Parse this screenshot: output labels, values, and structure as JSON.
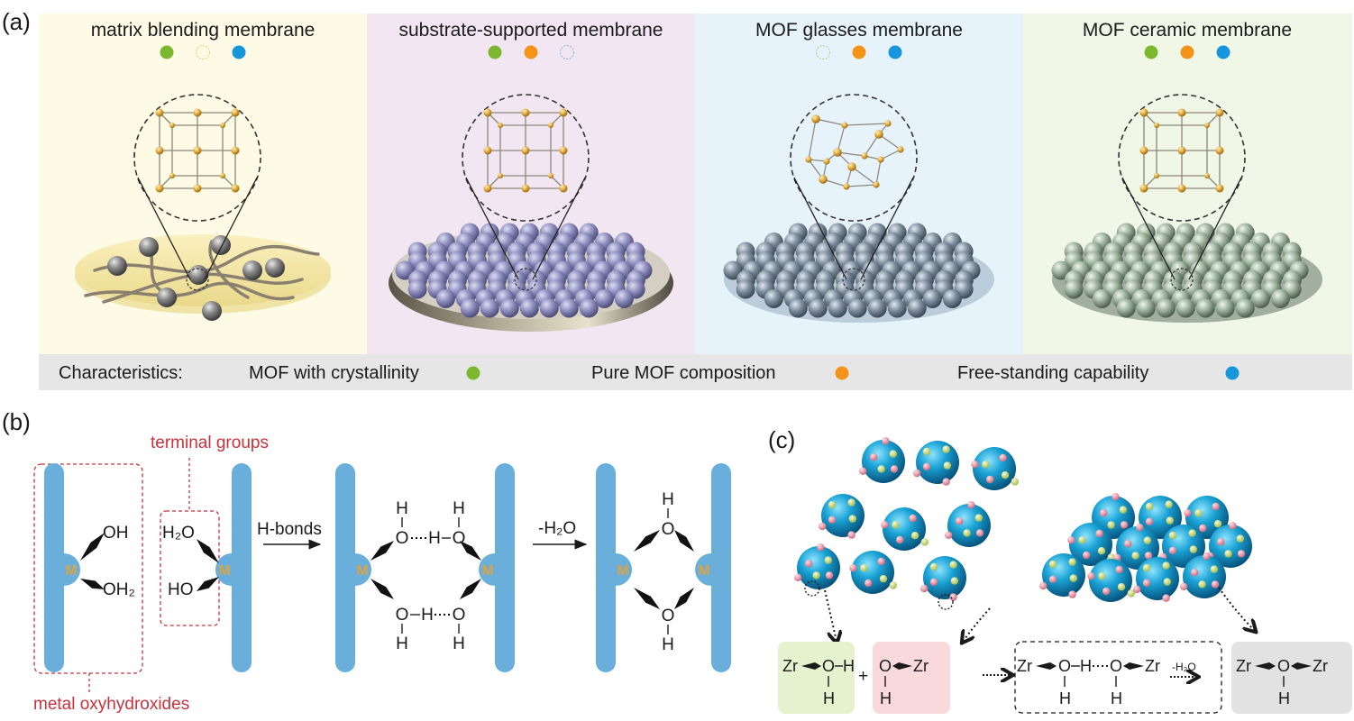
{
  "panel_labels": {
    "a": "(a)",
    "b": "(b)",
    "c": "(c)"
  },
  "panel_a": {
    "membranes": [
      {
        "title": "matrix blending membrane",
        "bg": "#fdfbe6",
        "indicators": {
          "crystallinity": true,
          "pure_mof": false,
          "free_standing": true
        },
        "framework": "ordered",
        "style": "polymer-matrix"
      },
      {
        "title": "substrate-supported membrane",
        "bg": "#f3e6f3",
        "indicators": {
          "crystallinity": true,
          "pure_mof": true,
          "free_standing": false
        },
        "framework": "ordered",
        "style": "supported"
      },
      {
        "title": "MOF glasses membrane",
        "bg": "#e6f3fb",
        "indicators": {
          "crystallinity": false,
          "pure_mof": true,
          "free_standing": true
        },
        "framework": "disordered",
        "style": "glass"
      },
      {
        "title": "MOF ceramic membrane",
        "bg": "#f0f7e6",
        "indicators": {
          "crystallinity": true,
          "pure_mof": true,
          "free_standing": true
        },
        "framework": "ordered",
        "style": "ceramic"
      }
    ],
    "characteristics": {
      "heading": "Characteristics:",
      "items": [
        {
          "key": "crystallinity",
          "label": "MOF with crystallinity",
          "color": "#7cb82f"
        },
        {
          "key": "pure_mof",
          "label": "Pure MOF composition",
          "color": "#f39419"
        },
        {
          "key": "free_standing",
          "label": "Free-standing capability",
          "color": "#1896dc"
        }
      ]
    }
  },
  "panel_b": {
    "terminal_groups_label": "terminal groups",
    "metal_oxyhydroxides_label": "metal oxyhydroxides",
    "metal_symbol": "M",
    "groups_left": {
      "upper": "OH",
      "lower": "OH₂"
    },
    "groups_right": {
      "upper": "H₂O",
      "lower": "HO"
    },
    "arrow1_label": "H-bonds",
    "arrow2_label": "-H₂O",
    "atoms": {
      "O": "O",
      "H": "H"
    },
    "colors": {
      "bar": "#6aaedb",
      "accent": "#c8323c",
      "metal_text": "#d9a441"
    }
  },
  "panel_c": {
    "reaction": {
      "box1": {
        "zr": "Zr",
        "o": "O",
        "h": "H",
        "bg": "#e4f2cf"
      },
      "plus": "+",
      "box2": {
        "o": "O",
        "zr": "Zr",
        "h": "H",
        "bg": "#f9d9dc"
      },
      "box3": {
        "zr1": "Zr",
        "o1": "O",
        "h": "H",
        "o2": "O",
        "zr2": "Zr"
      },
      "elimination": "-H₂O",
      "box4": {
        "zr1": "Zr",
        "o": "O",
        "zr2": "Zr",
        "h": "H",
        "bg": "#e2e2e2"
      }
    },
    "colors": {
      "particle": "#1aa3d6",
      "dot_green": "#c9dd7a",
      "dot_pink": "#e890a0"
    }
  }
}
